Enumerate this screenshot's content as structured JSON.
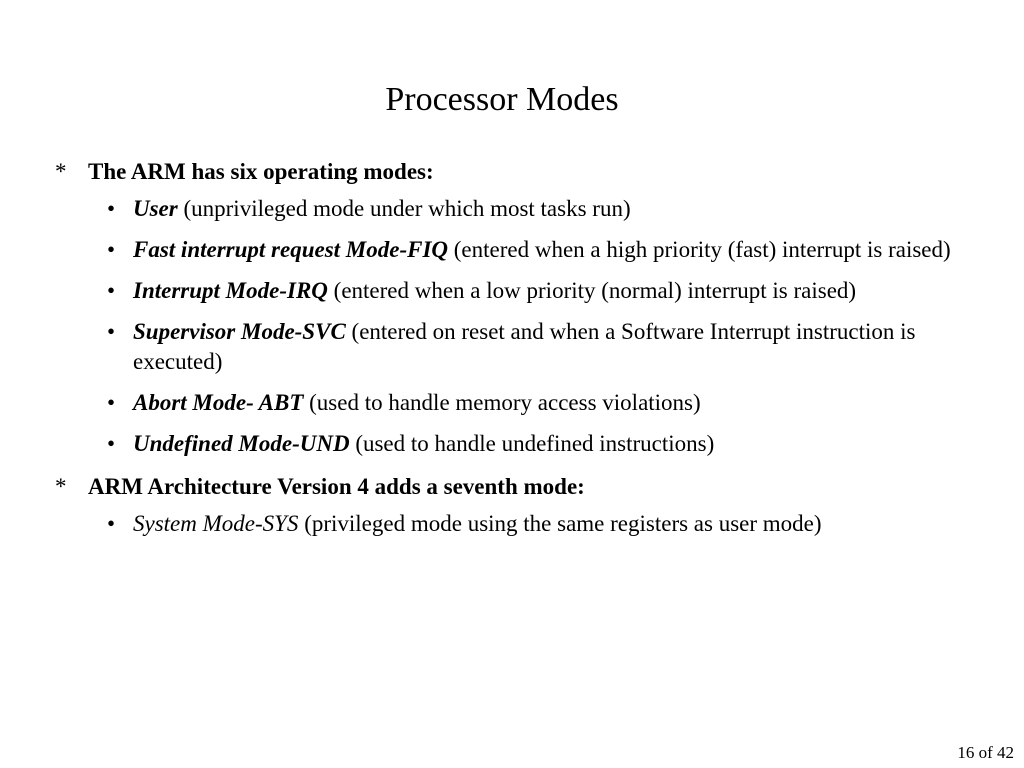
{
  "slide": {
    "title": "Processor Modes",
    "sections": [
      {
        "marker": "*",
        "heading": "The ARM has six operating modes:",
        "items": [
          {
            "marker": "•",
            "term": "User",
            "desc": " (unprivileged mode under which most tasks run)"
          },
          {
            "marker": "•",
            "term": "Fast interrupt request Mode-FIQ",
            "desc": " (entered when a high priority (fast) interrupt is raised)"
          },
          {
            "marker": "•",
            "term": "Interrupt Mode-IRQ",
            "desc": " (entered when a low priority (normal) interrupt is raised)"
          },
          {
            "marker": "•",
            "term": "Supervisor Mode-SVC",
            "desc": " (entered on reset and when a Software Interrupt instruction is executed)"
          },
          {
            "marker": "•",
            "term": "Abort Mode- ABT",
            "desc": " (used to handle memory access violations)"
          },
          {
            "marker": "•",
            "term": "Undefined Mode-UND",
            "desc": " (used to handle undefined instructions)"
          }
        ]
      },
      {
        "marker": "*",
        "heading": "ARM Architecture Version 4 adds a seventh mode:",
        "items": [
          {
            "marker": "•",
            "term": "System Mode-SYS",
            "desc": " (privileged mode using the same registers as user mode)"
          }
        ]
      }
    ],
    "page_number": "16 of 42"
  }
}
